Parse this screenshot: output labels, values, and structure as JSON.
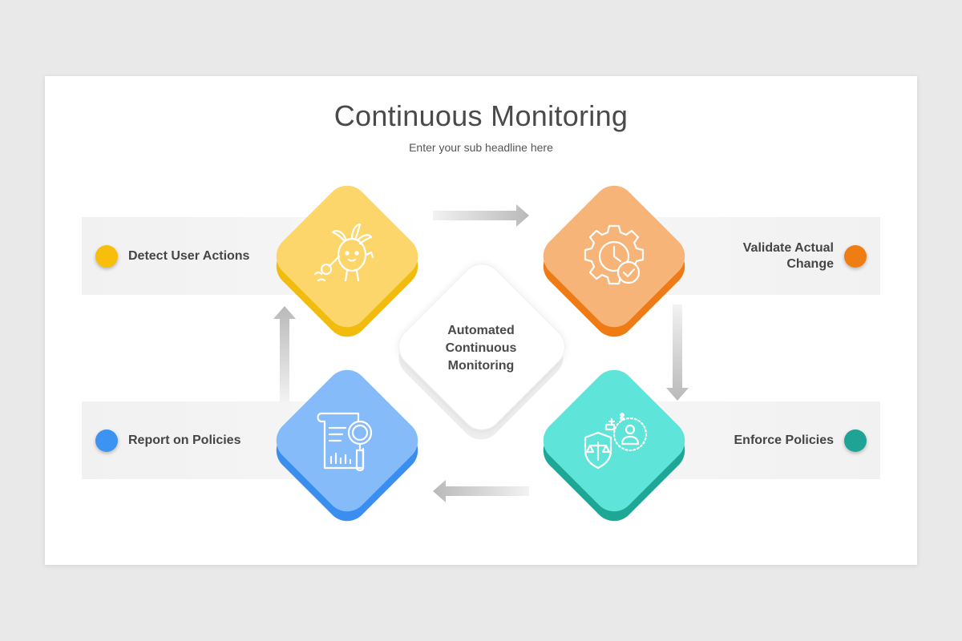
{
  "title": "Continuous Monitoring",
  "subtitle": "Enter your sub headline here",
  "center": {
    "line1": "Automated",
    "line2": "Continuous",
    "line3": "Monitoring"
  },
  "steps": [
    {
      "label": "Detect User Actions",
      "color": "#fcd56b",
      "shade": "#f2bc0f",
      "dot": "#f7be0c",
      "icon": "pineapple-character-icon"
    },
    {
      "label_line1": "Validate Actual",
      "label_line2": "Change",
      "color": "#f6b478",
      "shade": "#ee7b14",
      "dot": "#f07d14",
      "icon": "gear-clock-check-icon"
    },
    {
      "label": "Enforce Policies",
      "color": "#5ee4d8",
      "shade": "#1fa796",
      "dot": "#1fa394",
      "icon": "shield-balance-person-icon"
    },
    {
      "label": "Report on Policies",
      "color": "#86bbf9",
      "shade": "#3a8ef0",
      "dot": "#3c93f2",
      "icon": "document-magnifier-icon"
    }
  ]
}
